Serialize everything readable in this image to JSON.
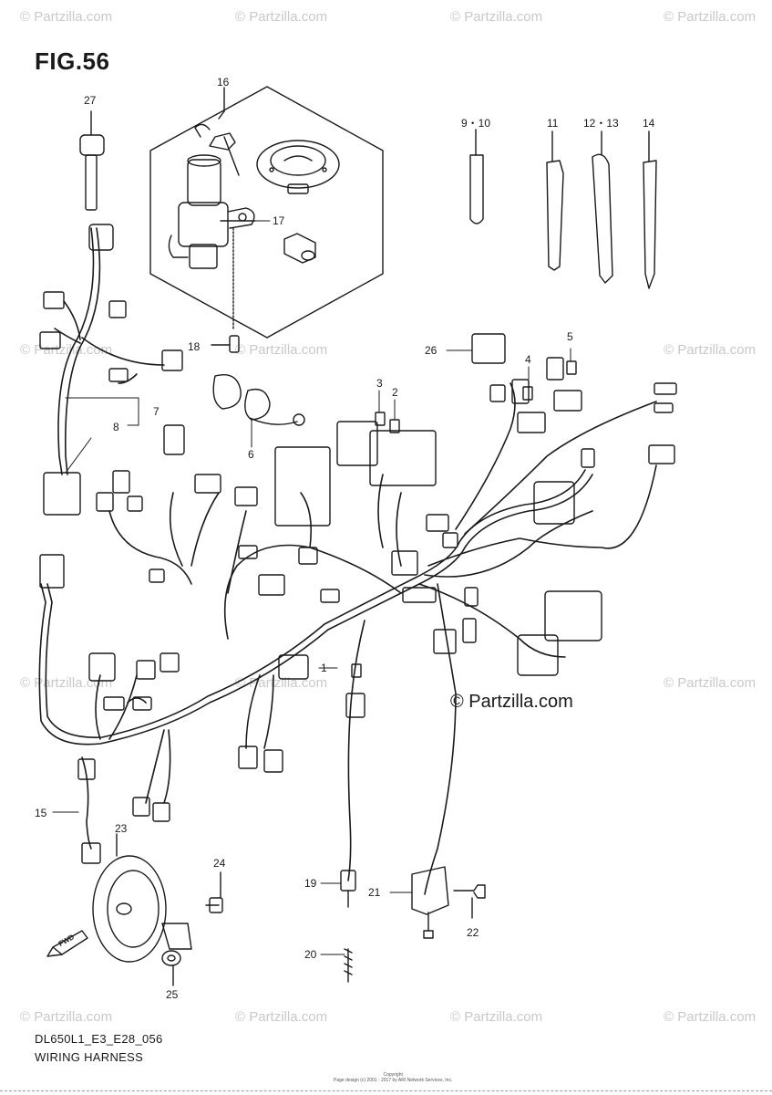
{
  "figure": {
    "title": "FIG.56"
  },
  "watermarks": {
    "repeat_text": "© Partzilla.com",
    "center_text": "© Partzilla.com"
  },
  "callouts": {
    "c1": "1",
    "c2": "2",
    "c3": "3",
    "c4": "4",
    "c5": "5",
    "c6": "6",
    "c7": "7",
    "c8": "8",
    "c9_10": "9・10",
    "c11": "11",
    "c12_13": "12・13",
    "c14": "14",
    "c15": "15",
    "c16": "16",
    "c17": "17",
    "c18": "18",
    "c19": "19",
    "c20": "20",
    "c21": "21",
    "c22": "22",
    "c23": "23",
    "c24": "24",
    "c25": "25",
    "c26": "26",
    "c27": "27"
  },
  "fwd_label": "FWD",
  "footer": {
    "code": "DL650L1_E3_E28_056",
    "name": "WIRING HARNESS",
    "copyright_line1": "Copyright",
    "copyright_line2": "Page design (c) 2001 - 2017 by ARI Network Services, Inc."
  },
  "colors": {
    "line": "#1a1a1a",
    "watermark": "#c9c9c9",
    "background": "#ffffff"
  }
}
